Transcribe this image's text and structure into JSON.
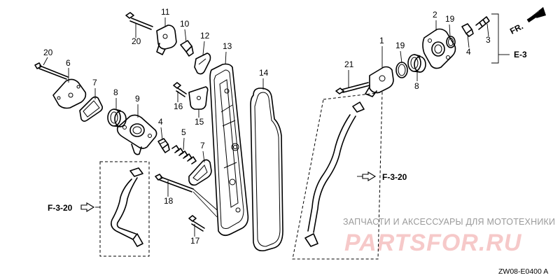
{
  "callouts": {
    "c1": "1",
    "c2": "2",
    "c3": "3",
    "c4a": "4",
    "c4b": "4",
    "c5": "5",
    "c6": "6",
    "c7a": "7",
    "c7b": "7",
    "c8a": "8",
    "c8b": "8",
    "c9": "9",
    "c10": "10",
    "c11": "11",
    "c12": "12",
    "c13": "13",
    "c14": "14",
    "c15": "15",
    "c16": "16",
    "c17": "17",
    "c18": "18",
    "c19a": "19",
    "c19b": "19",
    "c20a": "20",
    "c20b": "20",
    "c21": "21"
  },
  "references": {
    "f320_left": "F-3-20",
    "f320_right": "F-3-20",
    "e3": "E-3",
    "front": "FR."
  },
  "watermark": {
    "tagline": "ЗАПЧАСТИ И АКСЕССУАРЫ ДЛЯ МОТОТЕХНИКИ",
    "logo": "PARTSFOR.RU"
  },
  "diagram_code": "ZW08-E0400 A"
}
